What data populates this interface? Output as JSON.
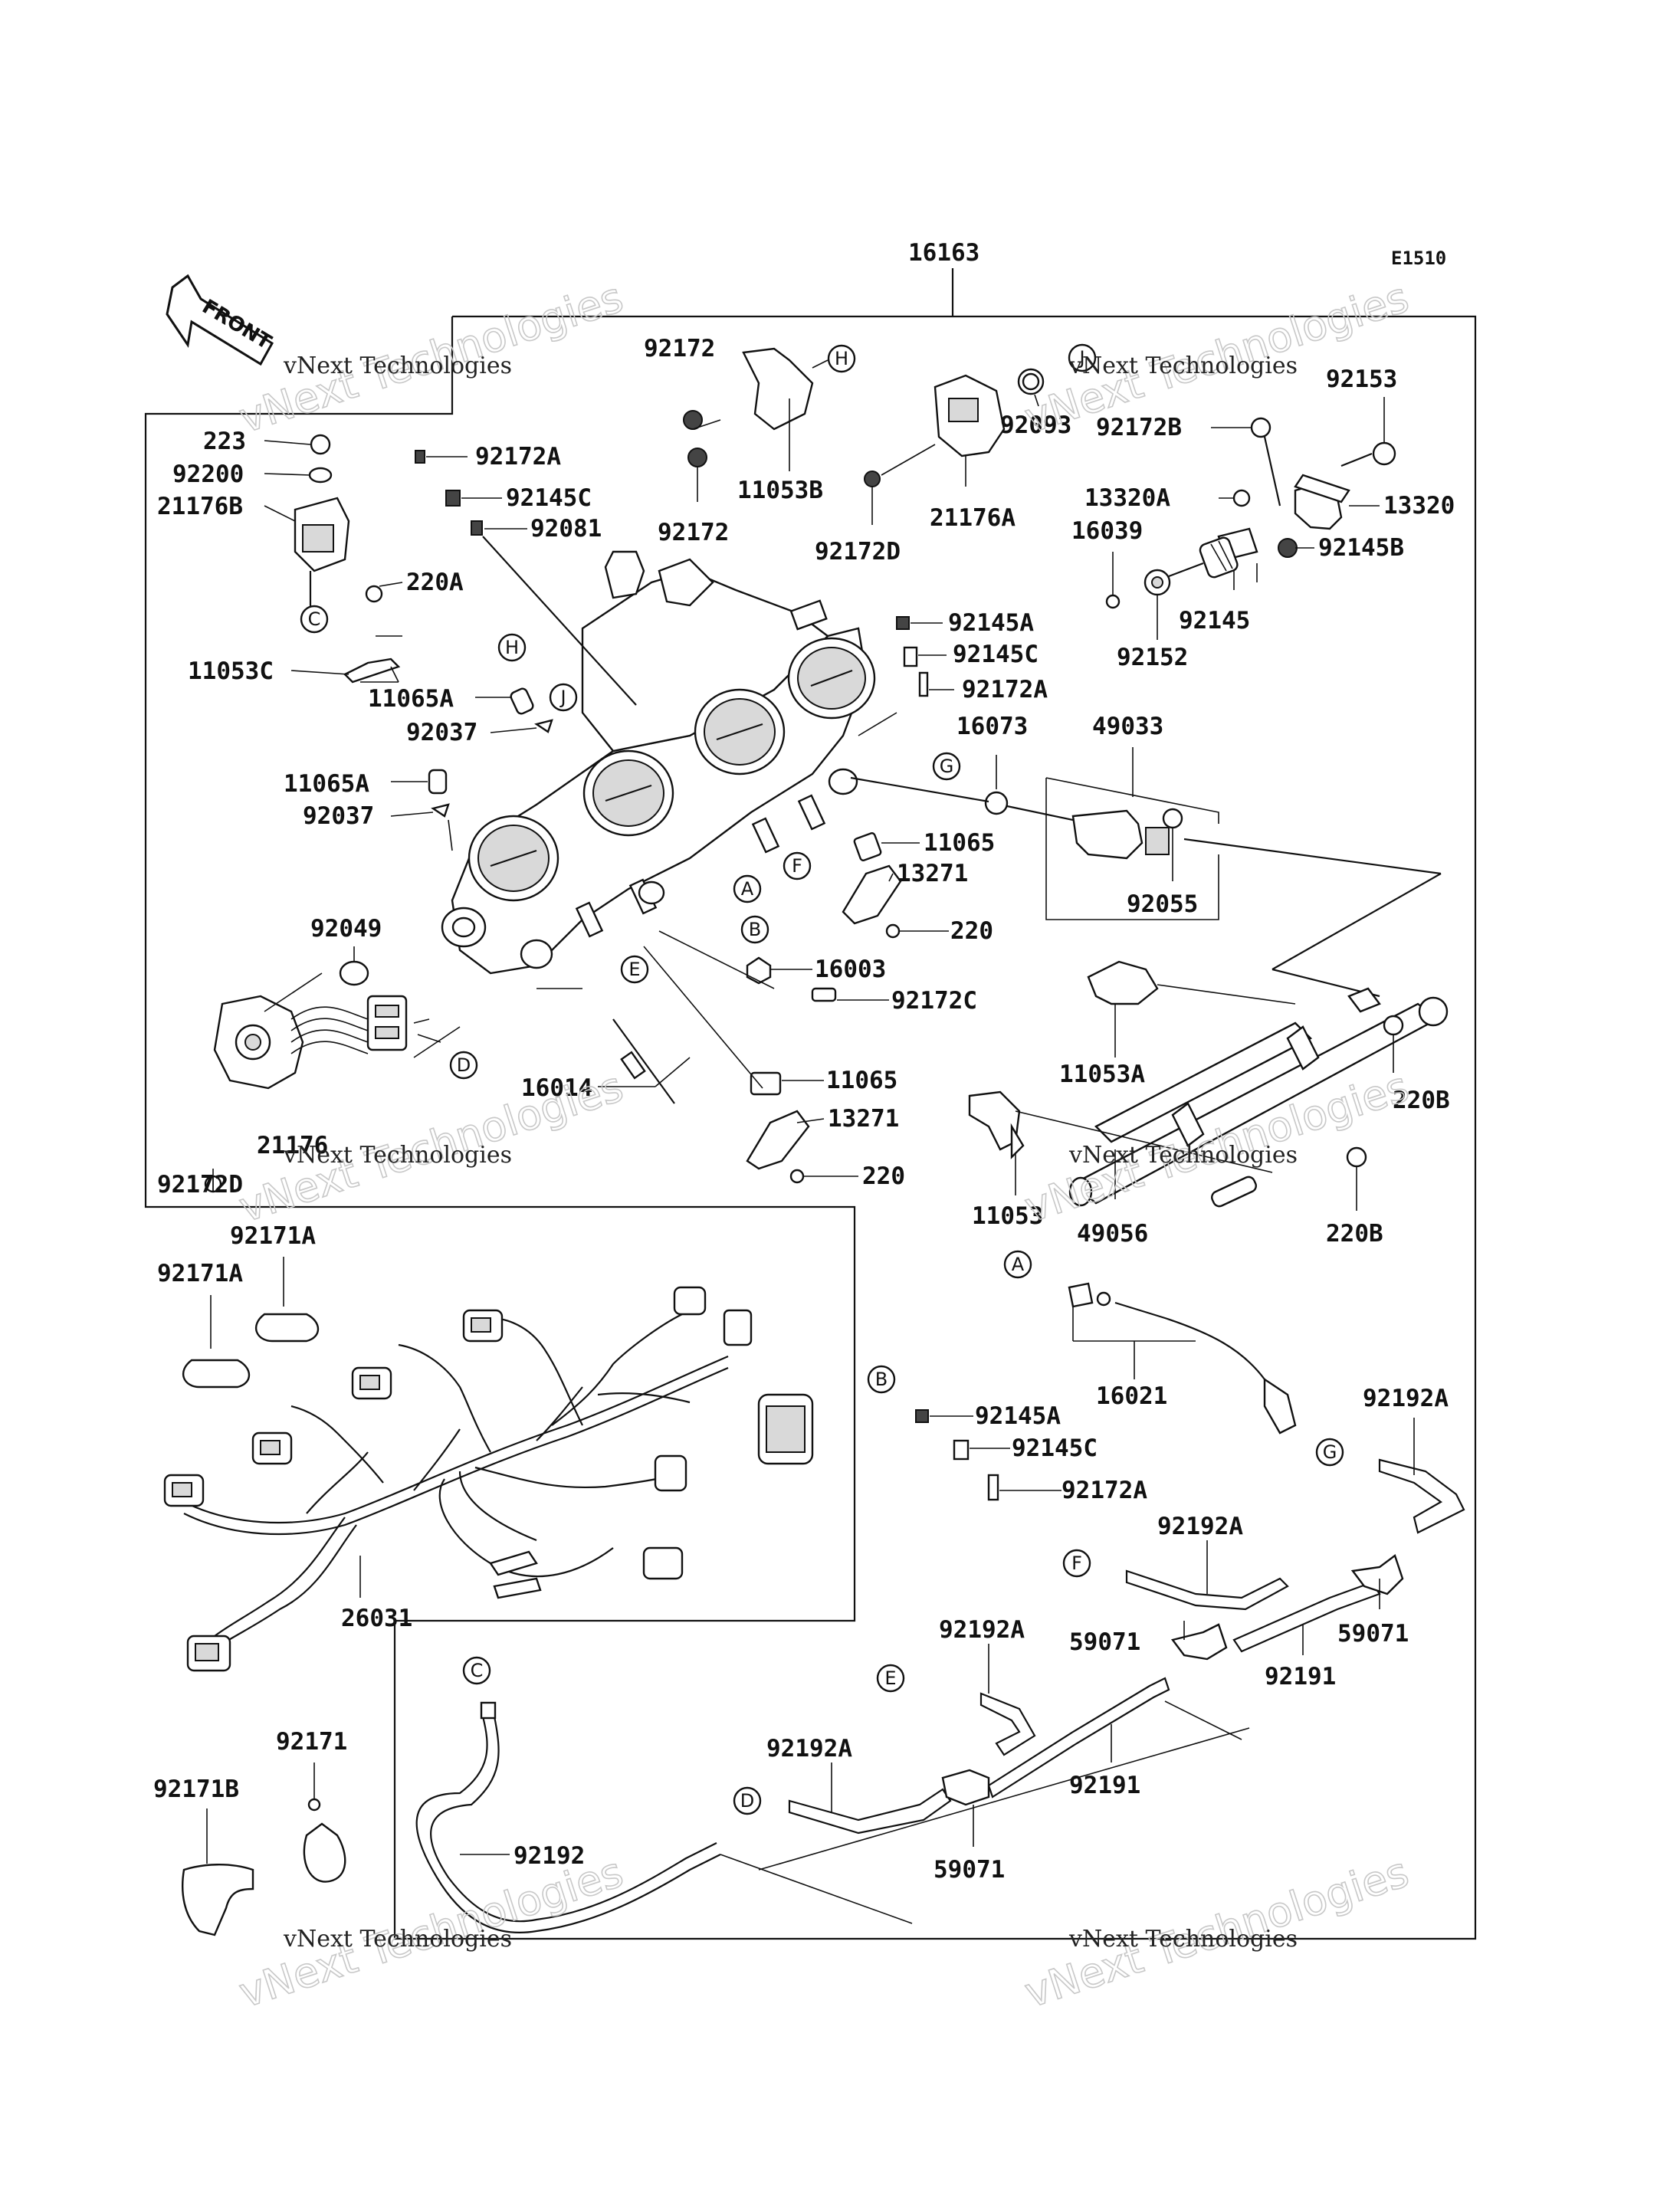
{
  "diagram_code": "E1510",
  "front_label": "FRONT",
  "watermark": {
    "line1": "vNext Technologies",
    "line2": "vNext Technologies"
  },
  "parts": {
    "p16163": "16163",
    "p223": "223",
    "p92200": "92200",
    "p21176B": "21176B",
    "p220A": "220A",
    "p11053C": "11053C",
    "p11065A_1": "11065A",
    "p92037_1": "92037",
    "p11065A_2": "11065A",
    "p92037_2": "92037",
    "p92049": "92049",
    "p92172D_1": "92172D",
    "p21176": "21176",
    "p16014": "16014",
    "p92172A_1": "92172A",
    "p92145C_1": "92145C",
    "p92081": "92081",
    "p92172_1": "92172",
    "p92172_2": "92172",
    "p11053B": "11053B",
    "p92172D_2": "92172D",
    "p21176A": "21176A",
    "p92093": "92093",
    "p92153": "92153",
    "p92172B": "92172B",
    "p13320A": "13320A",
    "p13320": "13320",
    "p16039": "16039",
    "p92145B": "92145B",
    "p92145": "92145",
    "p92152": "92152",
    "p92145A_1": "92145A",
    "p92145C_2": "92145C",
    "p92172A_2": "92172A",
    "p16073": "16073",
    "p49033": "49033",
    "p11065_1": "11065",
    "p13271_1": "13271",
    "p220_1": "220",
    "p92055": "92055",
    "p16003": "16003",
    "p92172C": "92172C",
    "p11053A": "11053A",
    "p220B_1": "220B",
    "p11065_2": "11065",
    "p13271_2": "13271",
    "p220_2": "220",
    "p11053": "11053",
    "p49056": "49056",
    "p220B_2": "220B",
    "p92171A_1": "92171A",
    "p92171A_2": "92171A",
    "p26031": "26031",
    "p16021": "16021",
    "p92145A_2": "92145A",
    "p92145C_3": "92145C",
    "p92172A_3": "92172A",
    "p92192A_1": "92192A",
    "p92192A_2": "92192A",
    "p59071_1": "59071",
    "p92191_1": "92191",
    "p92192A_3": "92192A",
    "p59071_2": "59071",
    "p92192A_4": "92192A",
    "p92191_2": "92191",
    "p59071_3": "59071",
    "p92192": "92192",
    "p92171": "92171",
    "p92171B": "92171B"
  },
  "letters": {
    "A": "A",
    "B": "B",
    "C": "C",
    "D": "D",
    "E": "E",
    "F": "F",
    "G": "G",
    "H": "H",
    "J": "J"
  }
}
